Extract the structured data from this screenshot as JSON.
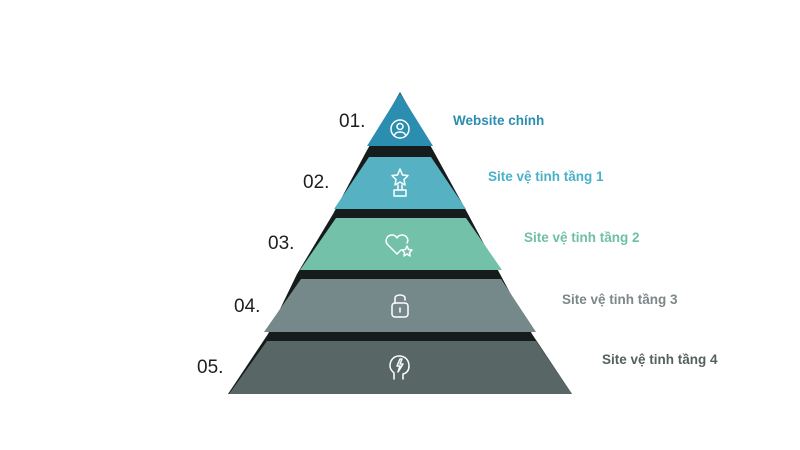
{
  "levels": [
    {
      "number": "01.",
      "label": "Website chính",
      "icon": "user-circle-icon",
      "color": "#2b8db0",
      "label_color": "#2b8db0"
    },
    {
      "number": "02.",
      "label": "Site vệ tinh tầng 1",
      "icon": "trophy-star-icon",
      "color": "#56b2c3",
      "label_color": "#4bb1c8"
    },
    {
      "number": "03.",
      "label": "Site vệ tinh tầng 2",
      "icon": "heart-star-icon",
      "color": "#73c1a9",
      "label_color": "#6ec0a5"
    },
    {
      "number": "04.",
      "label": "Site vệ tinh tầng 3",
      "icon": "padlock-open-icon",
      "color": "#76898a",
      "label_color": "#7c8788"
    },
    {
      "number": "05.",
      "label": "Site vệ tinh tầng 4",
      "icon": "head-idea-icon",
      "color": "#586766",
      "label_color": "#55605f"
    }
  ],
  "colors": {
    "shadow": "#161b1b",
    "background": "#ffffff"
  }
}
